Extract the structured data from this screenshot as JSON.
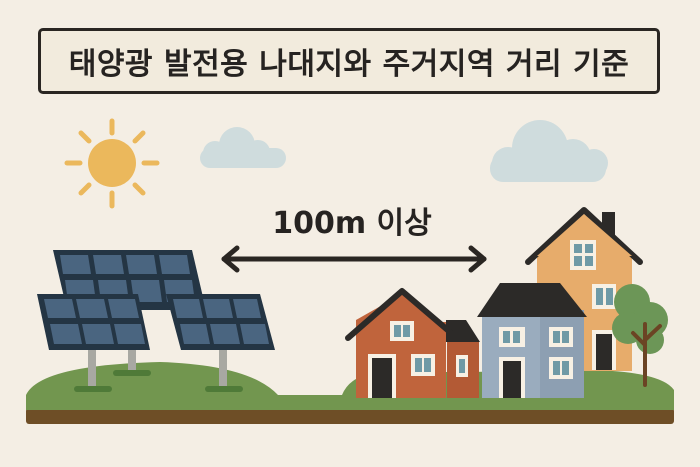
{
  "title": "태양광 발전용 나대지와 주거지역 거리 기준",
  "distance_label": "100m 이상",
  "illustration": {
    "elements": [
      "sun-icon",
      "cloud-icon-left",
      "cloud-icon-right",
      "solar-panel-array",
      "double-headed-arrow",
      "house-red",
      "house-blue",
      "house-orange",
      "tree-icon",
      "ground"
    ]
  },
  "colors": {
    "background": "#f4eee4",
    "title_border": "#2a2622",
    "sun": "#ebb85c",
    "cloud": "#cfdcdd",
    "panel": "#4a6580",
    "panel_frame": "#243544",
    "grass": "#72964f",
    "soil": "#6e4e26",
    "house_red": "#c0643c",
    "house_blue": "#9aacbe",
    "house_orange": "#e7ac6b",
    "roof": "#2c2a28",
    "tree": "#6c9657"
  }
}
